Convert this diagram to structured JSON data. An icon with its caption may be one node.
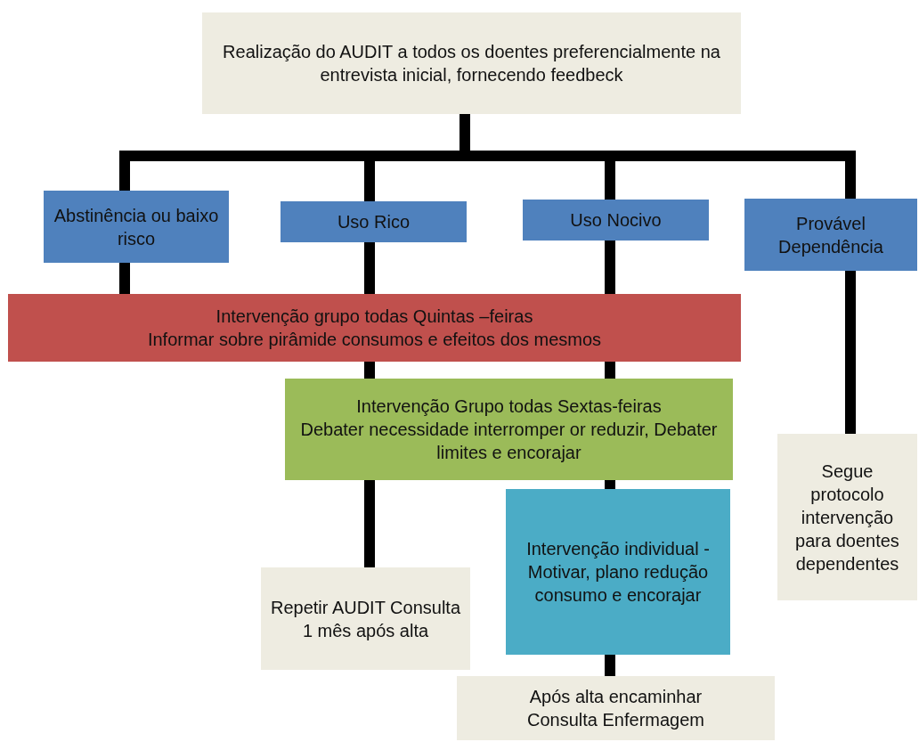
{
  "diagram": {
    "nodes": [
      {
        "text": [
          "Realização do AUDIT a todos os doentes preferencialmente na entrevista inicial, fornecendo feedbeck"
        ]
      },
      {
        "text": [
          "Abstinência ou baixo risco"
        ]
      },
      {
        "text": [
          "Uso Rico"
        ]
      },
      {
        "text": [
          "Uso Nocivo"
        ]
      },
      {
        "text": [
          "Provável Dependência"
        ]
      },
      {
        "text": [
          "Intervenção grupo todas Quintas –feiras",
          "Informar sobre pirâmide consumos e efeitos dos mesmos"
        ]
      },
      {
        "text": [
          "Intervenção Grupo todas Sextas-feiras",
          "Debater necessidade interromper or reduzir, Debater limites e encorajar"
        ]
      },
      {
        "text": [
          "Repetir AUDIT Consulta 1 mês após alta"
        ]
      },
      {
        "text": [
          "Intervenção individual -Motivar, plano redução consumo e encorajar"
        ]
      },
      {
        "text": [
          "Após alta encaminhar",
          "Consulta Enfermagem"
        ]
      },
      {
        "text": [
          "Segue protocolo intervenção para doentes dependentes"
        ]
      }
    ],
    "edges": [
      {
        "from": 0,
        "to": 1,
        "arrow": "none"
      },
      {
        "from": 0,
        "to": 2,
        "arrow": "none"
      },
      {
        "from": 0,
        "to": 3,
        "arrow": "none"
      },
      {
        "from": 0,
        "to": 4,
        "arrow": "none"
      },
      {
        "from": 1,
        "to": 5,
        "arrow": "none"
      },
      {
        "from": 2,
        "to": 5,
        "arrow": "none"
      },
      {
        "from": 3,
        "to": 5,
        "arrow": "none"
      },
      {
        "from": 5,
        "to": 6,
        "arrow": "none"
      },
      {
        "from": 5,
        "to": 6,
        "arrow": "none"
      },
      {
        "from": 4,
        "to": 10,
        "arrow": "none"
      },
      {
        "from": 6,
        "to": 7,
        "arrow": "none"
      },
      {
        "from": 6,
        "to": 8,
        "arrow": "none"
      },
      {
        "from": 8,
        "to": 9,
        "arrow": "none"
      }
    ]
  }
}
